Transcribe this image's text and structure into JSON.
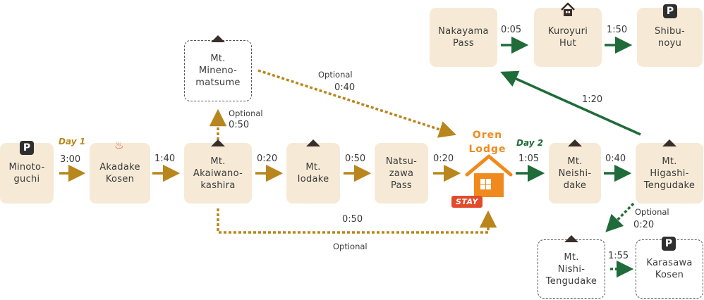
{
  "nodes": {
    "minotoguchi": "Minoto-\nguchi",
    "akadake_kosen": "Akadake\nKosen",
    "mt_akaiwanokashira": "Mt.\nAkaiwano-\nkashira",
    "mt_minenomatsume": "Mt.\nMineno-\nmatsume",
    "mt_iodake": "Mt.\nIodake",
    "natsuzawa_pass": "Natsu-\nzawa\nPass",
    "oren_lodge": "Oren\nLodge",
    "mt_neishidake": "Mt.\nNeishi-\ndake",
    "mt_higashitengudake": "Mt.\nHigashi-\nTengudake",
    "nakayama_pass": "Nakayama\nPass",
    "kuroyuri_hut": "Kuroyuri\nHut",
    "shibunoyu": "Shibu-\nnoyu",
    "mt_nishitengudake": "Mt.\nNishi-\nTengudake",
    "karasawa_kosen": "Karasawa\nKosen"
  },
  "times": {
    "minotoguchi_akadake": "3:00",
    "akadake_akaiwano": "1:40",
    "akaiwano_minenomatsume": "0:50",
    "minenomatsume_oren": "0:40",
    "akaiwano_iodake": "0:20",
    "iodake_natsuzawa": "0:50",
    "natsuzawa_oren": "0:20",
    "akaiwano_oren": "0:50",
    "oren_neishidake": "1:05",
    "neishidake_higashitengu": "0:40",
    "higashitengu_nakayama": "1:20",
    "nakayama_kuroyuri": "0:05",
    "kuroyuri_shibunoyu": "1:50",
    "higashitengu_nishitengu": "0:20",
    "nishitengu_karasawa": "1:55"
  },
  "optional_label": "Optional",
  "day1_label": "Day 1",
  "day2_label": "Day 2",
  "stay_label": "STAY",
  "parking_symbol": "P",
  "onsen_symbol": "♨",
  "colors": {
    "day1_route": "#b8861c",
    "day2_route": "#1f6b3a",
    "node_fill": "#f6ead6",
    "lodge_orange": "#f08a1e",
    "stay_red": "#e24a2c",
    "icon_dark": "#3a2e2a"
  },
  "icons": [
    "parking-icon",
    "onsen-icon",
    "mountain-icon",
    "hut-icon",
    "lodge-icon"
  ]
}
